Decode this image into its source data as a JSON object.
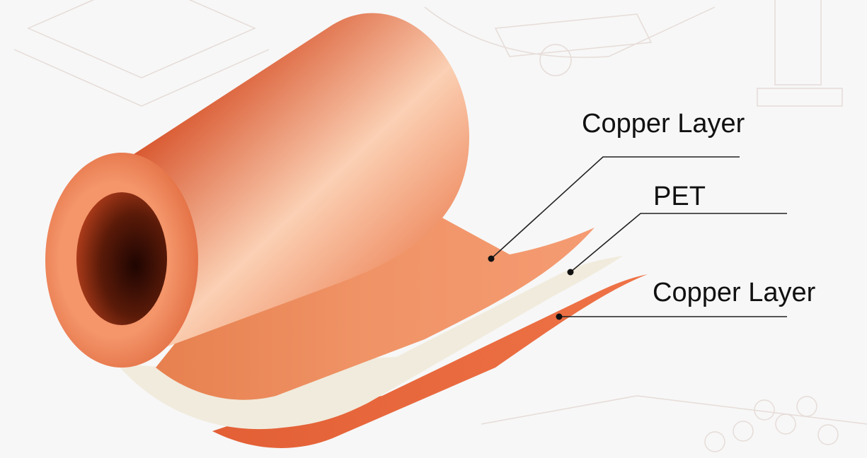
{
  "labels": {
    "copper_top": "Copper Layer",
    "pet": "PET",
    "copper_bottom": "Copper Layer"
  },
  "colors": {
    "copper": "#e8734a",
    "copper_highlight": "#f9c8a8",
    "copper_dark": "#c9552e",
    "pet": "#f1ebdd",
    "inner_hole": "#3a0e05",
    "leader_line": "#222222",
    "background": "#f7f7f7",
    "sketch_line": "#e2d6d2"
  }
}
